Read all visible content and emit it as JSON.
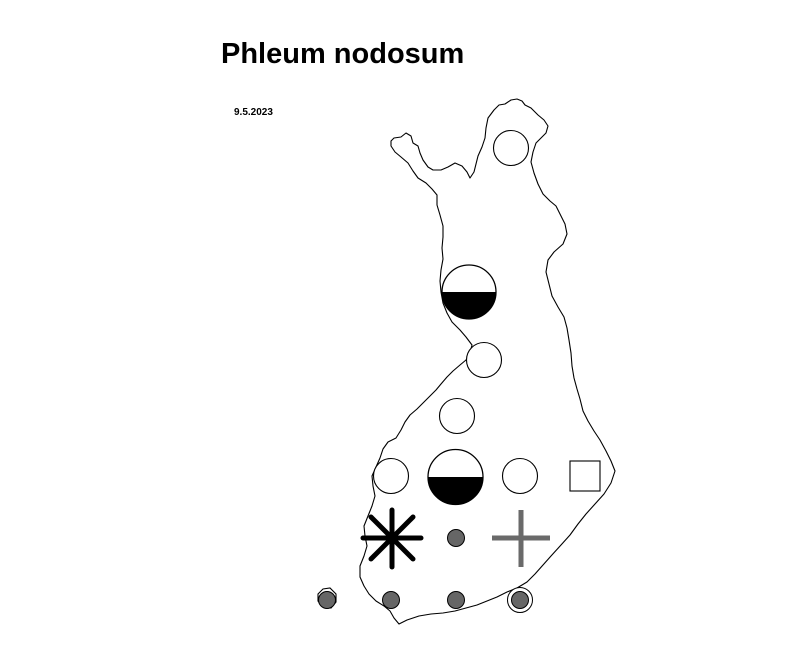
{
  "title": "Phleum nodosum",
  "date": "9.5.2023",
  "colors": {
    "outline": "#000000",
    "filled_marker": "#666666",
    "cross_marker": "#6a6a6a"
  },
  "markers": [
    {
      "name": "marker-north-empty-circle",
      "type": "empty-circle"
    },
    {
      "name": "marker-lapland-half-circle",
      "type": "half-filled-circle"
    },
    {
      "name": "marker-oulu-empty-circle",
      "type": "empty-circle"
    },
    {
      "name": "marker-central-empty-circle",
      "type": "empty-circle"
    },
    {
      "name": "marker-west-empty-circle",
      "type": "empty-circle"
    },
    {
      "name": "marker-middle-half-circle",
      "type": "half-filled-circle"
    },
    {
      "name": "marker-east-empty-circle",
      "type": "empty-circle"
    },
    {
      "name": "marker-karelia-square",
      "type": "empty-square"
    },
    {
      "name": "marker-southwest-asterisk",
      "type": "asterisk"
    },
    {
      "name": "marker-south-filled-dot",
      "type": "filled-dot"
    },
    {
      "name": "marker-southeast-plus",
      "type": "plus"
    },
    {
      "name": "marker-aland-filled-dot",
      "type": "filled-dot"
    },
    {
      "name": "marker-turku-filled-dot",
      "type": "filled-dot"
    },
    {
      "name": "marker-helsinki-filled-dot",
      "type": "filled-dot"
    },
    {
      "name": "marker-kotka-ringed-dot",
      "type": "ringed-dot"
    }
  ]
}
